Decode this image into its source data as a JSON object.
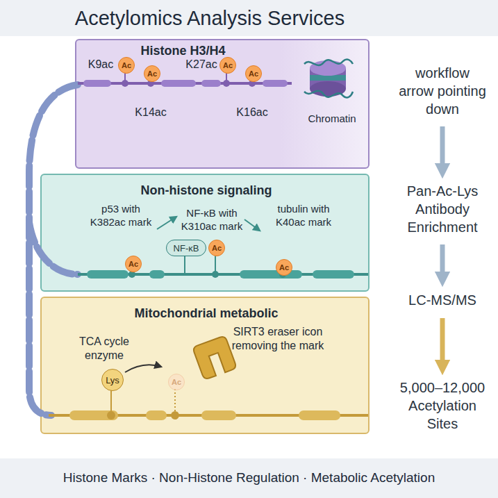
{
  "diagram": {
    "title": "Acetylomics Analysis Services",
    "caption": "Histone Marks · Non-Histone Regulation · Metabolic Acetylation",
    "nodes": [
      {
        "text": [
          "Histone H3/H4"
        ]
      },
      {
        "text": [
          "Ac"
        ],
        "in": 0
      },
      {
        "text": [
          "Ac"
        ],
        "in": 0
      },
      {
        "text": [
          "Ac"
        ],
        "in": 0
      },
      {
        "text": [
          "Ac"
        ],
        "in": 0
      },
      {
        "text": [
          "Non-histone signaling"
        ]
      },
      {
        "text": [
          "NF-κB"
        ],
        "in": 5
      },
      {
        "text": [
          "Ac"
        ],
        "in": 5
      },
      {
        "text": [
          "Ac"
        ],
        "in": 5
      },
      {
        "text": [
          "Ac"
        ],
        "in": 5
      },
      {
        "text": [
          "Mitochondrial metabolic"
        ]
      },
      {
        "text": [
          "Lys"
        ],
        "in": 10
      },
      {
        "text": [
          "Ac"
        ],
        "in": 10
      },
      {
        "text": [
          "workflow arrow pointing down"
        ]
      },
      {
        "text": [
          "Pan-Ac-Lys Antibody Enrichment"
        ]
      },
      {
        "text": [
          "LC-MS/MS"
        ]
      },
      {
        "text": [
          "5,000–12,000 Acetylation Sites"
        ]
      }
    ],
    "edges": [
      {
        "from": 13,
        "to": 14,
        "arrow": "to"
      },
      {
        "from": 14,
        "to": 15,
        "arrow": "to"
      },
      {
        "from": 15,
        "to": 16,
        "arrow": "to"
      }
    ],
    "labels": [
      "K9ac",
      "K14ac",
      "K27ac",
      "K16ac",
      "Chromatin",
      "p53 with K382ac mark",
      "NF-κB with K310ac mark",
      "tubulin with K40ac mark",
      "TCA cycle enzyme",
      "SIRT3 eraser icon removing the mark"
    ]
  }
}
